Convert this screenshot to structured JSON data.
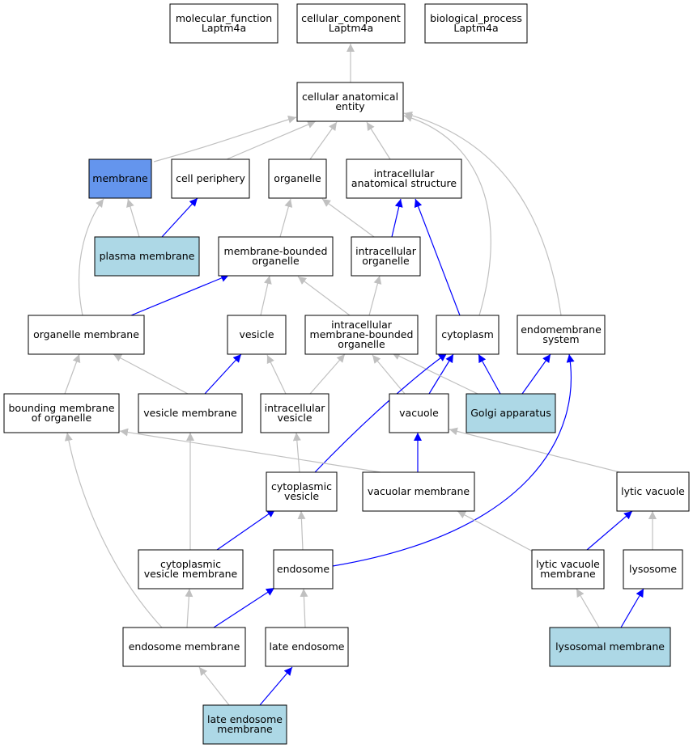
{
  "colors": {
    "default_fill": "#ffffff",
    "highlight_fill": "#6495ed",
    "annotated_fill": "#add8e6",
    "edge_gray": "#c0c0c0",
    "edge_blue": "#0000ff",
    "border": "#000000"
  },
  "nodes": [
    {
      "id": "molecular_function",
      "lines": [
        "molecular_function",
        "Laptm4a"
      ],
      "style": "default"
    },
    {
      "id": "cellular_component",
      "lines": [
        "cellular_component",
        "Laptm4a"
      ],
      "style": "default"
    },
    {
      "id": "biological_process",
      "lines": [
        "biological_process",
        "Laptm4a"
      ],
      "style": "default"
    },
    {
      "id": "cellular_anatomical_entity",
      "lines": [
        "cellular anatomical",
        "entity"
      ],
      "style": "default"
    },
    {
      "id": "membrane",
      "lines": [
        "membrane"
      ],
      "style": "highlight"
    },
    {
      "id": "cell_periphery",
      "lines": [
        "cell periphery"
      ],
      "style": "default"
    },
    {
      "id": "organelle",
      "lines": [
        "organelle"
      ],
      "style": "default"
    },
    {
      "id": "intracellular_anatomical_structure",
      "lines": [
        "intracellular",
        "anatomical structure"
      ],
      "style": "default"
    },
    {
      "id": "plasma_membrane",
      "lines": [
        "plasma membrane"
      ],
      "style": "annotated"
    },
    {
      "id": "membrane_bounded_organelle",
      "lines": [
        "membrane-bounded",
        "organelle"
      ],
      "style": "default"
    },
    {
      "id": "intracellular_organelle",
      "lines": [
        "intracellular",
        "organelle"
      ],
      "style": "default"
    },
    {
      "id": "organelle_membrane",
      "lines": [
        "organelle membrane"
      ],
      "style": "default"
    },
    {
      "id": "vesicle",
      "lines": [
        "vesicle"
      ],
      "style": "default"
    },
    {
      "id": "intracellular_mbo",
      "lines": [
        "intracellular",
        "membrane-bounded",
        "organelle"
      ],
      "style": "default"
    },
    {
      "id": "cytoplasm",
      "lines": [
        "cytoplasm"
      ],
      "style": "default"
    },
    {
      "id": "endomembrane_system",
      "lines": [
        "endomembrane",
        "system"
      ],
      "style": "default"
    },
    {
      "id": "bounding_membrane",
      "lines": [
        "bounding membrane",
        "of organelle"
      ],
      "style": "default"
    },
    {
      "id": "vesicle_membrane",
      "lines": [
        "vesicle membrane"
      ],
      "style": "default"
    },
    {
      "id": "intracellular_vesicle",
      "lines": [
        "intracellular",
        "vesicle"
      ],
      "style": "default"
    },
    {
      "id": "vacuole",
      "lines": [
        "vacuole"
      ],
      "style": "default"
    },
    {
      "id": "golgi_apparatus",
      "lines": [
        "Golgi apparatus"
      ],
      "style": "annotated"
    },
    {
      "id": "cytoplasmic_vesicle",
      "lines": [
        "cytoplasmic",
        "vesicle"
      ],
      "style": "default"
    },
    {
      "id": "vacuolar_membrane",
      "lines": [
        "vacuolar membrane"
      ],
      "style": "default"
    },
    {
      "id": "lytic_vacuole",
      "lines": [
        "lytic vacuole"
      ],
      "style": "default"
    },
    {
      "id": "cytoplasmic_vesicle_membrane",
      "lines": [
        "cytoplasmic",
        "vesicle membrane"
      ],
      "style": "default"
    },
    {
      "id": "endosome",
      "lines": [
        "endosome"
      ],
      "style": "default"
    },
    {
      "id": "lytic_vacuole_membrane",
      "lines": [
        "lytic vacuole",
        "membrane"
      ],
      "style": "default"
    },
    {
      "id": "lysosome",
      "lines": [
        "lysosome"
      ],
      "style": "default"
    },
    {
      "id": "endosome_membrane",
      "lines": [
        "endosome membrane"
      ],
      "style": "default"
    },
    {
      "id": "late_endosome",
      "lines": [
        "late endosome"
      ],
      "style": "default"
    },
    {
      "id": "lysosomal_membrane",
      "lines": [
        "lysosomal membrane"
      ],
      "style": "annotated"
    },
    {
      "id": "late_endosome_membrane",
      "lines": [
        "late endosome",
        "membrane"
      ],
      "style": "annotated"
    }
  ],
  "edges": [
    {
      "from": "cellular_anatomical_entity",
      "to": "cellular_component",
      "kind": "is_a"
    },
    {
      "from": "membrane",
      "to": "cellular_anatomical_entity",
      "kind": "is_a"
    },
    {
      "from": "cell_periphery",
      "to": "cellular_anatomical_entity",
      "kind": "is_a"
    },
    {
      "from": "organelle",
      "to": "cellular_anatomical_entity",
      "kind": "is_a"
    },
    {
      "from": "intracellular_anatomical_structure",
      "to": "cellular_anatomical_entity",
      "kind": "is_a"
    },
    {
      "from": "cytoplasm",
      "to": "cellular_anatomical_entity",
      "kind": "is_a"
    },
    {
      "from": "endomembrane_system",
      "to": "cellular_anatomical_entity",
      "kind": "is_a"
    },
    {
      "from": "plasma_membrane",
      "to": "membrane",
      "kind": "is_a"
    },
    {
      "from": "plasma_membrane",
      "to": "cell_periphery",
      "kind": "part_of"
    },
    {
      "from": "membrane_bounded_organelle",
      "to": "organelle",
      "kind": "is_a"
    },
    {
      "from": "intracellular_organelle",
      "to": "organelle",
      "kind": "is_a"
    },
    {
      "from": "intracellular_organelle",
      "to": "intracellular_anatomical_structure",
      "kind": "part_of"
    },
    {
      "from": "cytoplasm",
      "to": "intracellular_anatomical_structure",
      "kind": "part_of"
    },
    {
      "from": "organelle_membrane",
      "to": "membrane",
      "kind": "is_a"
    },
    {
      "from": "organelle_membrane",
      "to": "membrane_bounded_organelle",
      "kind": "part_of"
    },
    {
      "from": "vesicle",
      "to": "membrane_bounded_organelle",
      "kind": "is_a"
    },
    {
      "from": "intracellular_mbo",
      "to": "membrane_bounded_organelle",
      "kind": "is_a"
    },
    {
      "from": "intracellular_mbo",
      "to": "intracellular_organelle",
      "kind": "is_a"
    },
    {
      "from": "bounding_membrane",
      "to": "organelle_membrane",
      "kind": "is_a"
    },
    {
      "from": "vesicle_membrane",
      "to": "organelle_membrane",
      "kind": "is_a"
    },
    {
      "from": "vesicle_membrane",
      "to": "vesicle",
      "kind": "part_of"
    },
    {
      "from": "intracellular_vesicle",
      "to": "vesicle",
      "kind": "is_a"
    },
    {
      "from": "intracellular_vesicle",
      "to": "intracellular_mbo",
      "kind": "is_a"
    },
    {
      "from": "vacuole",
      "to": "intracellular_mbo",
      "kind": "is_a"
    },
    {
      "from": "vacuole",
      "to": "cytoplasm",
      "kind": "part_of"
    },
    {
      "from": "golgi_apparatus",
      "to": "intracellular_mbo",
      "kind": "is_a"
    },
    {
      "from": "golgi_apparatus",
      "to": "cytoplasm",
      "kind": "part_of"
    },
    {
      "from": "golgi_apparatus",
      "to": "endomembrane_system",
      "kind": "part_of"
    },
    {
      "from": "cytoplasmic_vesicle",
      "to": "intracellular_vesicle",
      "kind": "is_a"
    },
    {
      "from": "cytoplasmic_vesicle",
      "to": "cytoplasm",
      "kind": "part_of"
    },
    {
      "from": "vacuolar_membrane",
      "to": "bounding_membrane",
      "kind": "is_a"
    },
    {
      "from": "vacuolar_membrane",
      "to": "vacuole",
      "kind": "part_of"
    },
    {
      "from": "lytic_vacuole",
      "to": "vacuole",
      "kind": "is_a"
    },
    {
      "from": "cytoplasmic_vesicle_membrane",
      "to": "vesicle_membrane",
      "kind": "is_a"
    },
    {
      "from": "cytoplasmic_vesicle_membrane",
      "to": "cytoplasmic_vesicle",
      "kind": "part_of"
    },
    {
      "from": "endosome",
      "to": "cytoplasmic_vesicle",
      "kind": "is_a"
    },
    {
      "from": "endosome",
      "to": "endomembrane_system",
      "kind": "part_of"
    },
    {
      "from": "lytic_vacuole_membrane",
      "to": "vacuolar_membrane",
      "kind": "is_a"
    },
    {
      "from": "lytic_vacuole_membrane",
      "to": "lytic_vacuole",
      "kind": "part_of"
    },
    {
      "from": "lysosome",
      "to": "lytic_vacuole",
      "kind": "is_a"
    },
    {
      "from": "endosome_membrane",
      "to": "bounding_membrane",
      "kind": "is_a"
    },
    {
      "from": "endosome_membrane",
      "to": "cytoplasmic_vesicle_membrane",
      "kind": "is_a"
    },
    {
      "from": "endosome_membrane",
      "to": "endosome",
      "kind": "part_of"
    },
    {
      "from": "late_endosome",
      "to": "endosome",
      "kind": "is_a"
    },
    {
      "from": "lysosomal_membrane",
      "to": "lytic_vacuole_membrane",
      "kind": "is_a"
    },
    {
      "from": "lysosomal_membrane",
      "to": "lysosome",
      "kind": "part_of"
    },
    {
      "from": "late_endosome_membrane",
      "to": "endosome_membrane",
      "kind": "is_a"
    },
    {
      "from": "late_endosome_membrane",
      "to": "late_endosome",
      "kind": "part_of"
    }
  ]
}
